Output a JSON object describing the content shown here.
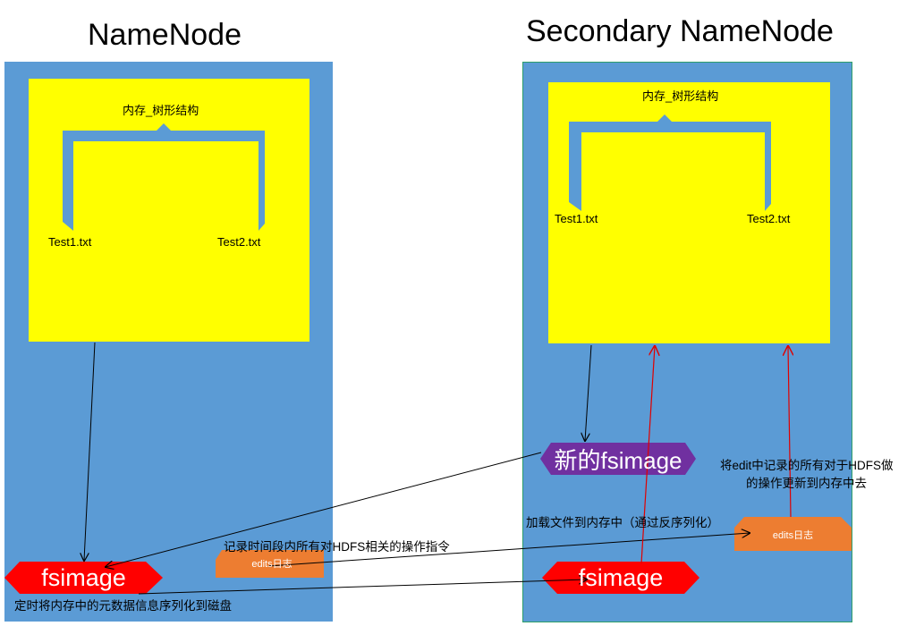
{
  "left": {
    "title": "NameNode",
    "tree_label": "内存_树形结构",
    "file1": "Test1.txt",
    "file2": "Test2.txt",
    "fsimage": "fsimage",
    "edits": "edits日志",
    "serialize_note": "定时将内存中的元数据信息序列化到磁盘",
    "record_note": "记录时间段内所有对HDFS相关的操作指令"
  },
  "right": {
    "title": "Secondary NameNode",
    "tree_label": "内存_树形结构",
    "file1": "Test1.txt",
    "file2": "Test2.txt",
    "new_fsimage": "新的fsimage",
    "fsimage": "fsimage",
    "edits": "edits日志",
    "load_note": "加载文件到内存中（通过反序列化）",
    "merge_note_line1": "将edit中记录的所有对于HDFS做",
    "merge_note_line2": "的操作更新到内存中去"
  },
  "colors": {
    "panel": "#5b9bd5",
    "memory": "#ffff00",
    "fsimage": "#ff0000",
    "new_fsimage": "#7030a0",
    "edits": "#ed7d31",
    "red_arrow": "#e00000",
    "black_arrow": "#000000"
  }
}
